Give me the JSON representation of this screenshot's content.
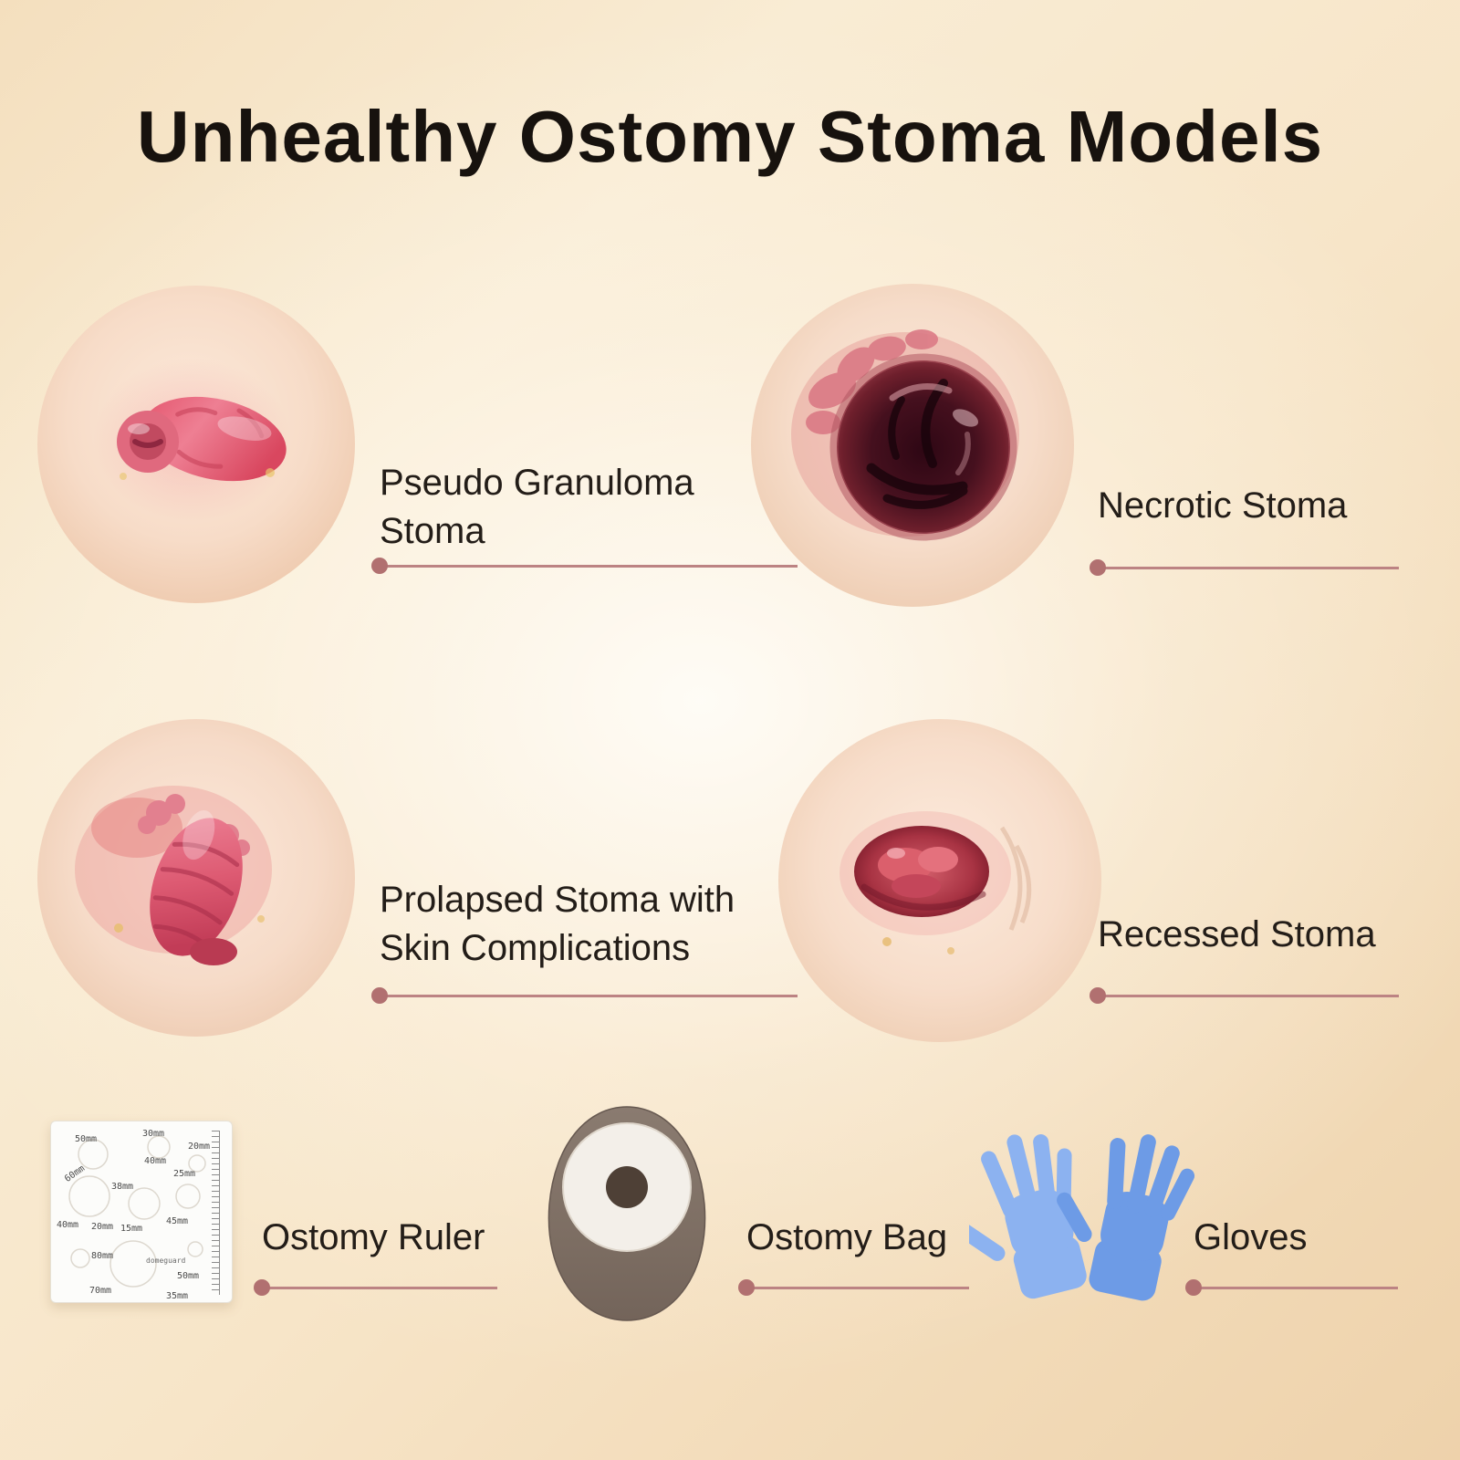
{
  "title": "Unhealthy Ostomy Stoma Models",
  "models": [
    {
      "name": "pseudo-granuloma-stoma",
      "label_line1": "Pseudo Granuloma",
      "label_line2": "Stoma"
    },
    {
      "name": "necrotic-stoma",
      "label_line1": "Necrotic Stoma",
      "label_line2": ""
    },
    {
      "name": "prolapsed-stoma",
      "label_line1": "Prolapsed Stoma with",
      "label_line2": "Skin Complications"
    },
    {
      "name": "recessed-stoma",
      "label_line1": "Recessed Stoma",
      "label_line2": ""
    }
  ],
  "accessories": [
    {
      "name": "ostomy-ruler",
      "label": "Ostomy Ruler"
    },
    {
      "name": "ostomy-bag",
      "label": "Ostomy Bag"
    },
    {
      "name": "gloves",
      "label": "Gloves"
    }
  ],
  "ruler": {
    "markings": [
      "50mm",
      "30mm",
      "20mm",
      "60mm",
      "40mm",
      "25mm",
      "38mm",
      "40mm",
      "20mm",
      "15mm",
      "45mm",
      "80mm",
      "domeguard",
      "50mm",
      "70mm",
      "35mm"
    ]
  },
  "colors": {
    "background_outer": "#eed2ab",
    "background_center": "#fdf4e6",
    "title_text": "#17120e",
    "label_text": "#231d18",
    "callout_line": "#bc8383",
    "callout_dot": "#b17070",
    "skin_disc": "#f6dcc9",
    "stoma_pink": "#e4556d",
    "necrotic_dark": "#3c0b18",
    "bag_brown": "#7d6e63",
    "glove_blue": "#7ba4e8"
  }
}
